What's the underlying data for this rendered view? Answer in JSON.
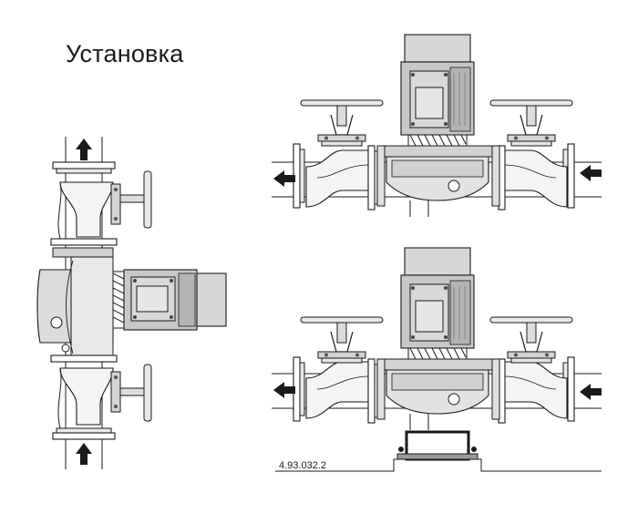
{
  "title": "Установка",
  "drawing_code": "4.93.032.2",
  "colors": {
    "motor": "#d6d6d6",
    "metal": "#c4c4c4",
    "dark": "#8a8a8a",
    "line": "#1a1a1a"
  },
  "figures": [
    {
      "name": "vertical-pipe-installation",
      "flow": "up"
    },
    {
      "name": "horizontal-pipe-installation-top",
      "flow": "left"
    },
    {
      "name": "horizontal-pipe-installation-base",
      "flow": "left"
    }
  ]
}
